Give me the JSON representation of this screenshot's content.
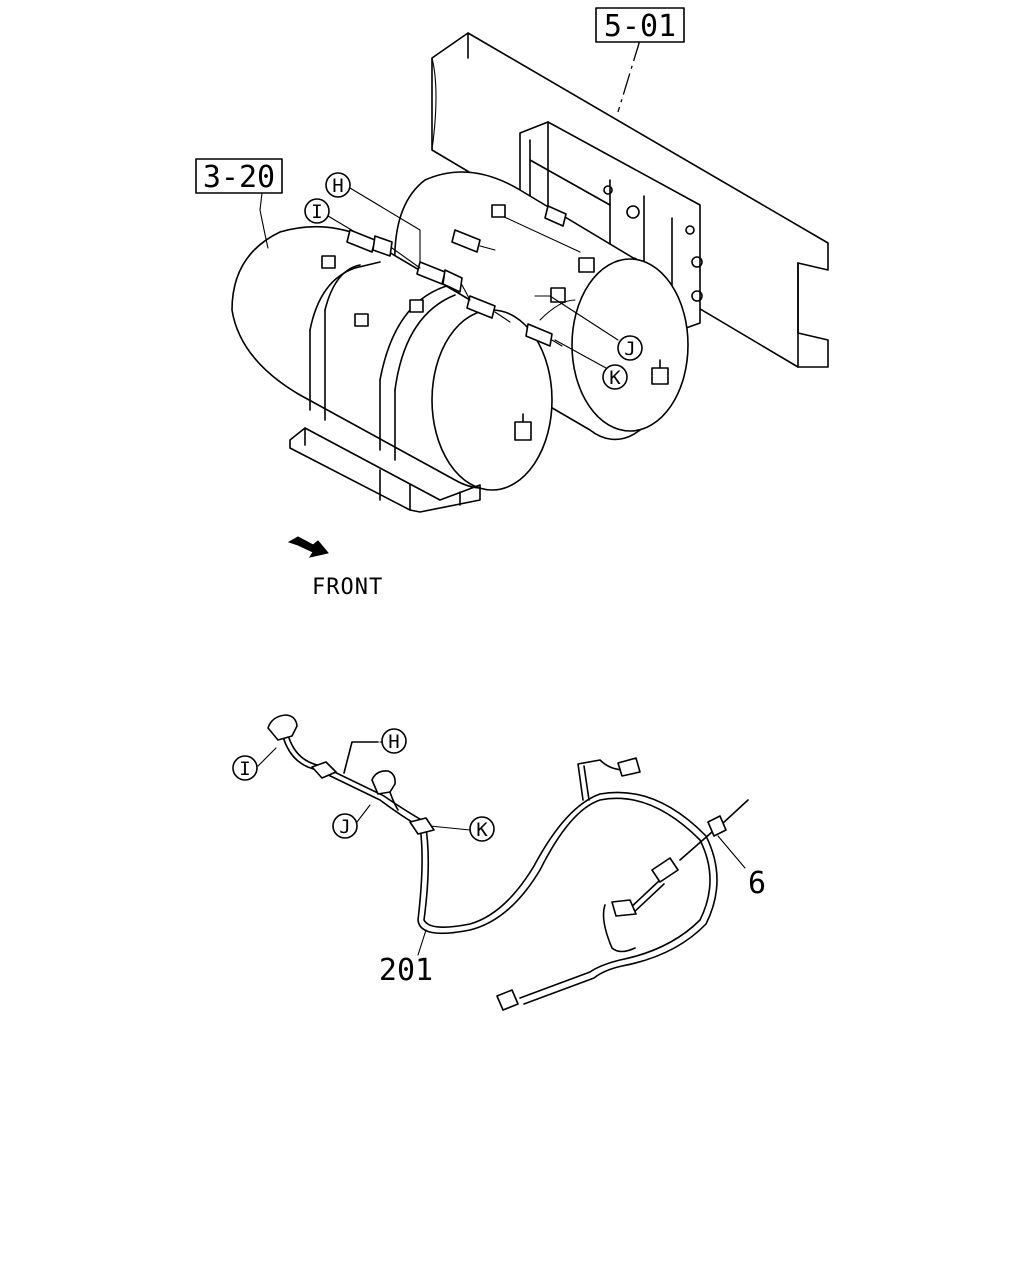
{
  "refs": {
    "frame": "5-01",
    "tank": "3-20"
  },
  "callouts": {
    "h": "H",
    "i": "I",
    "j": "J",
    "k": "K"
  },
  "direction": "FRONT",
  "parts": {
    "harness": "201",
    "clip": "6"
  }
}
